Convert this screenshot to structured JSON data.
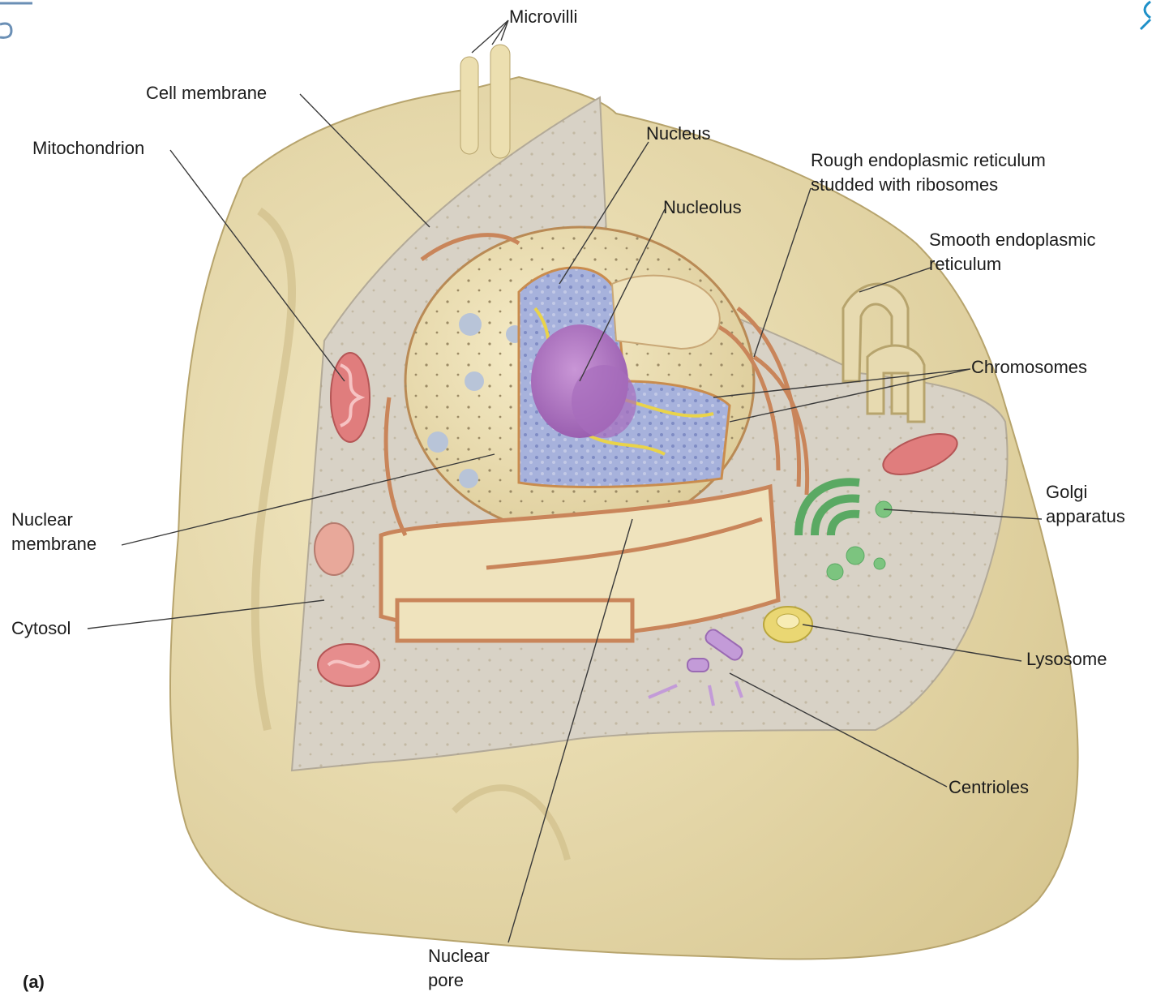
{
  "figure": {
    "panel_label": "(a)",
    "colors": {
      "cell_body": "#e8dba8",
      "cytoplasm": "#d6d0c4",
      "nucleus": "#ede1b6",
      "nucleolus": "#b27ac2",
      "chromatin": "#9aa7d6",
      "rough_er": "#c9855a",
      "mitochondrion": "#e07d7d",
      "golgi": "#6fbf74",
      "lysosome": "#e8d870",
      "centriole": "#c39bd8"
    }
  },
  "labels": {
    "microvilli": "Microvilli",
    "cell_membrane": "Cell membrane",
    "mitochondrion": "Mitochondrion",
    "nucleus": "Nucleus",
    "rough_er": "Rough endoplasmic reticulum\nstudded with ribosomes",
    "nucleolus": "Nucleolus",
    "smooth_er": "Smooth endoplasmic\nreticulum",
    "chromosomes": "Chromosomes",
    "golgi": "Golgi\napparatus",
    "nuclear_membrane": "Nuclear\nmembrane",
    "cytosol": "Cytosol",
    "lysosome": "Lysosome",
    "centrioles": "Centrioles",
    "nuclear_pore": "Nuclear\npore"
  }
}
